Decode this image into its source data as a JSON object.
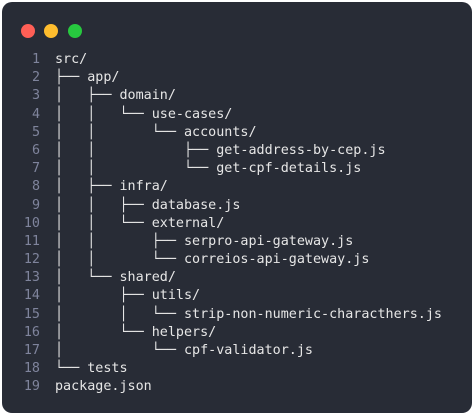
{
  "colors": {
    "background": "#282c36",
    "close": "#ff5f56",
    "minimize": "#ffbd2e",
    "maximize": "#27c93f",
    "text": "#e6e6e6",
    "line_number": "#7f849c"
  },
  "lines": [
    {
      "no": "1",
      "text": "src/"
    },
    {
      "no": "2",
      "text": "├── app/"
    },
    {
      "no": "3",
      "text": "│   ├── domain/"
    },
    {
      "no": "4",
      "text": "│   │   └── use-cases/"
    },
    {
      "no": "5",
      "text": "│   │       └── accounts/"
    },
    {
      "no": "6",
      "text": "│   │           ├── get-address-by-cep.js"
    },
    {
      "no": "7",
      "text": "│   │           └── get-cpf-details.js"
    },
    {
      "no": "8",
      "text": "│   ├── infra/"
    },
    {
      "no": "9",
      "text": "│   │   ├── database.js"
    },
    {
      "no": "10",
      "text": "│   │   └── external/"
    },
    {
      "no": "11",
      "text": "│   │       ├── serpro-api-gateway.js"
    },
    {
      "no": "12",
      "text": "│   │       └── correios-api-gateway.js"
    },
    {
      "no": "13",
      "text": "│   └── shared/"
    },
    {
      "no": "14",
      "text": "│       ├── utils/"
    },
    {
      "no": "15",
      "text": "│       │   └── strip-non-numeric-characthers.js"
    },
    {
      "no": "16",
      "text": "│       └── helpers/"
    },
    {
      "no": "17",
      "text": "│           └── cpf-validator.js"
    },
    {
      "no": "18",
      "text": "└── tests"
    },
    {
      "no": "19",
      "text": "package.json"
    }
  ]
}
